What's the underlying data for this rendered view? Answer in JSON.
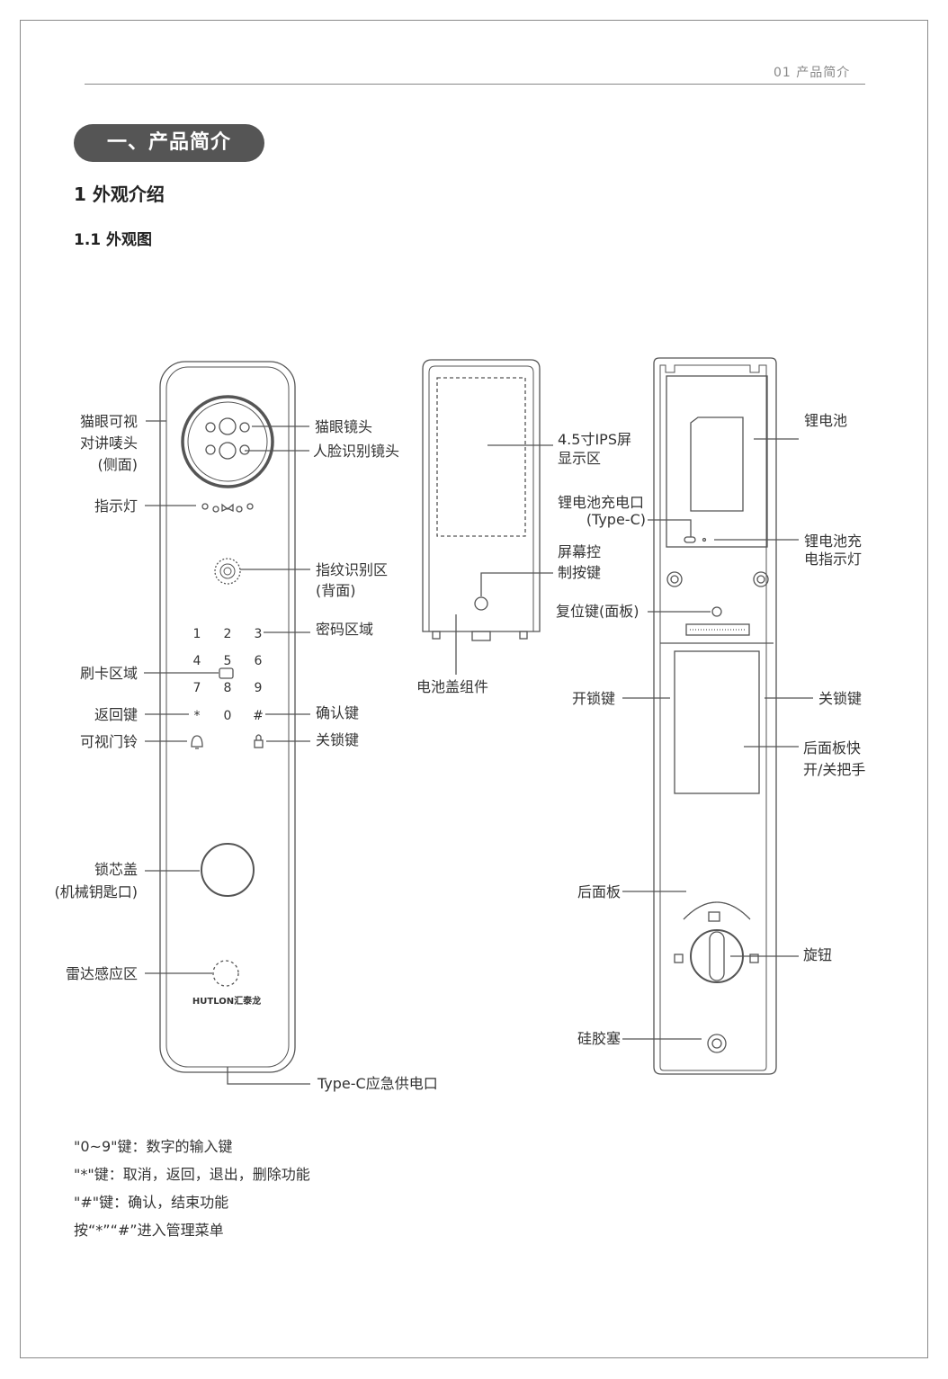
{
  "header": {
    "page_label": "01   产品简介"
  },
  "section_title": "一、产品简介",
  "heading_2": "1 外观介绍",
  "heading_3": "1.1 外观图",
  "front_labels": {
    "peephole_intercom_1": "猫眼可视",
    "peephole_intercom_2": "对讲唛头",
    "peephole_intercom_3": "(侧面)",
    "indicator": "指示灯",
    "card_area": "刷卡区域",
    "back_key": "返回键",
    "doorbell": "可视门铃",
    "lock_cover_1": "锁芯盖",
    "lock_cover_2": "(机械钥匙口)",
    "radar": "雷达感应区",
    "peephole_lens": "猫眼镜头",
    "face_lens": "人脸识别镜头",
    "fingerprint_1": "指纹识别区",
    "fingerprint_2": "(背面)",
    "password_area": "密码区域",
    "confirm_key": "确认键",
    "lock_key": "关锁键",
    "typec_emergency": "Type-C应急供电口",
    "brand": "HUTLON汇泰龙"
  },
  "keypad": [
    "1",
    "2",
    "3",
    "4",
    "5",
    "6",
    "7",
    "8",
    "9",
    "*",
    "0",
    "#"
  ],
  "middle_labels": {
    "screen_1": "4.5寸IPS屏",
    "screen_2": "显示区",
    "battery_cover": "电池盖组件"
  },
  "back_labels": {
    "charge_port_1": "锂电池充电口",
    "charge_port_2": "(Type-C)",
    "screen_ctrl_1": "屏幕控",
    "screen_ctrl_2": "制按键",
    "reset_key": "复位键(面板)",
    "unlock_key": "开锁键",
    "lithium_battery": "锂电池",
    "charge_indicator_1": "锂电池充",
    "charge_indicator_2": "电指示灯",
    "lock_key": "关锁键",
    "quick_handle_1": "后面板快",
    "quick_handle_2": "开/关把手",
    "back_panel": "后面板",
    "knob": "旋钮",
    "silicone_plug": "硅胶塞"
  },
  "notes": [
    "\"0~9\"键：数字的输入键",
    "\"*\"键：取消，返回，退出，删除功能",
    "\"#\"键：确认，结束功能",
    "按“*”“#”进入管理菜单"
  ]
}
